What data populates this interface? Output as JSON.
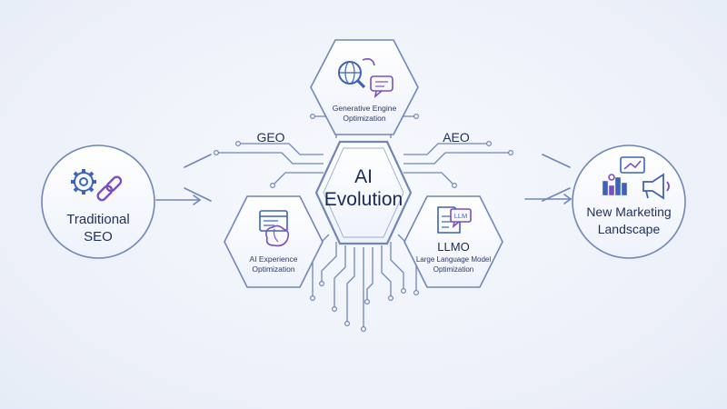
{
  "diagram": {
    "colors": {
      "line": "#6d83b3",
      "node_fill": "#f6f8fd",
      "accent_blue": "#3f63b8",
      "accent_purple": "#7b4fc2",
      "text": "#1f2f5c"
    },
    "left_node": {
      "line1": "Traditional",
      "line2": "SEO",
      "icons": [
        "gear-icon",
        "chain-link-icon"
      ]
    },
    "right_node": {
      "line1": "New Marketing",
      "line2": "Landscape",
      "icons": [
        "analytics-chart-icon",
        "megaphone-icon"
      ]
    },
    "center": {
      "line1": "AI",
      "line2": "Evolution",
      "icon": "circuit-chip"
    },
    "top_hex": {
      "line1": "Generative Engine",
      "line2": "Optimization",
      "icons": [
        "magnifier-globe-icon",
        "chat-bubble-icon"
      ]
    },
    "left_hex": {
      "line1": "AI Experience",
      "line2": "Optimization",
      "icons": [
        "browser-window-icon",
        "brain-icon"
      ]
    },
    "right_hex": {
      "abbr": "LLMO",
      "line1": "Large Language Model",
      "line2": "Optimization",
      "icons": [
        "document-llm-icon"
      ],
      "doc_tag": "LLM"
    },
    "labels": {
      "geo": "GEO",
      "aeo": "AEO"
    }
  }
}
